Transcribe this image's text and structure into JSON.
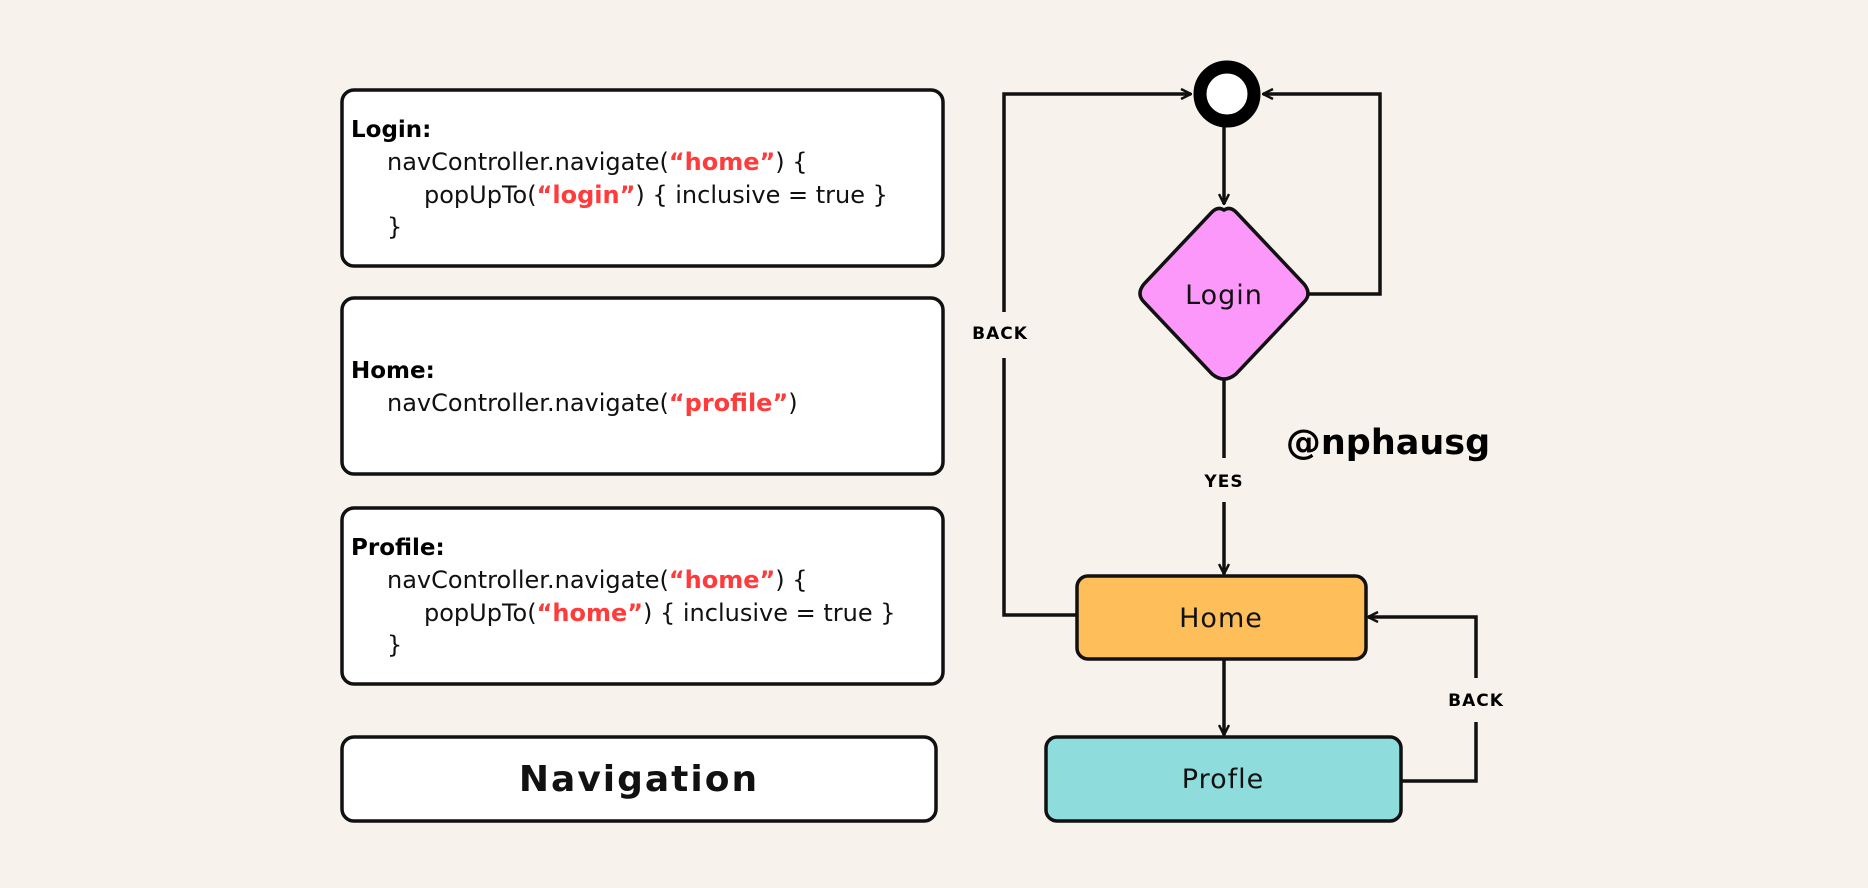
{
  "code_blocks": {
    "login": {
      "label": "Login:",
      "l1a": "navController.navigate(",
      "l1s": "“home”",
      "l1b": ") {",
      "l2a": "popUpTo(",
      "l2s": "“login”",
      "l2b": ") { inclusive = true }",
      "l3": "}"
    },
    "home": {
      "label": "Home:",
      "l1a": "navController.navigate(",
      "l1s": "“profile”",
      "l1b": ")"
    },
    "profile": {
      "label": "Profile:",
      "l1a": "navController.navigate(",
      "l1s": "“home”",
      "l1b": ") {",
      "l2a": "popUpTo(",
      "l2s": "“home”",
      "l2b": ") { inclusive = true }",
      "l3": "}"
    }
  },
  "title": "Navigation",
  "flow": {
    "nodes": {
      "login": "Login",
      "home": "Home",
      "profile": "Profle"
    },
    "edges": {
      "back_left": "BACK",
      "yes": "YES",
      "back_right": "BACK"
    },
    "watermark": "@nphausg"
  },
  "colors": {
    "background": "#f7f3ec",
    "string": "#ff3b3b",
    "login": "#fd98fb",
    "home": "#febe5a",
    "profile": "#8edcdc"
  }
}
